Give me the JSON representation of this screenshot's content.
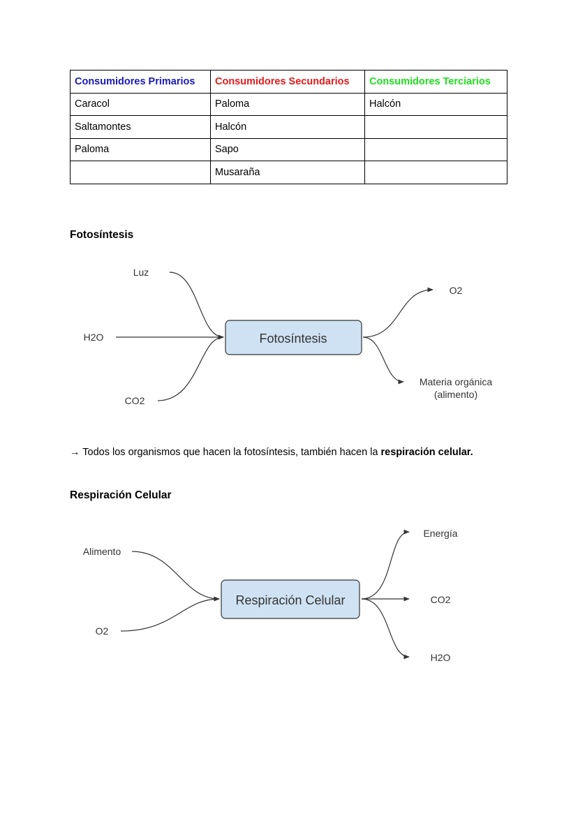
{
  "table": {
    "headers": [
      {
        "label": "Consumidores Primarios",
        "color": "#1a1ab8"
      },
      {
        "label": "Consumidores Secundarios",
        "color": "#e61b1b"
      },
      {
        "label": "Consumidores Terciarios",
        "color": "#1ee01e"
      }
    ],
    "rows": [
      [
        "Caracol",
        "Paloma",
        "Halcón"
      ],
      [
        "Saltamontes",
        "Halcón",
        ""
      ],
      [
        "Paloma",
        "Sapo",
        ""
      ],
      [
        "",
        "Musaraña",
        ""
      ]
    ]
  },
  "photosynthesis": {
    "heading": "Fotosíntesis",
    "diagram": {
      "process_label": "Fotosíntesis",
      "inputs": [
        "Luz",
        "H2O",
        "CO2"
      ],
      "outputs": [
        "O2",
        "Materia orgánica",
        "(alimento)"
      ],
      "box_fill": "#cfe2f3"
    }
  },
  "note": {
    "arrow": "→",
    "text": "Todos los organismos que hacen la fotosíntesis, también hacen la",
    "bold": "respiración celular."
  },
  "respiration": {
    "heading": "Respiración Celular",
    "diagram": {
      "process_label": "Respiración Celular",
      "inputs": [
        "Alimento",
        "O2"
      ],
      "outputs": [
        "Energía",
        "CO2",
        "H2O"
      ],
      "box_fill": "#cfe2f3"
    }
  }
}
